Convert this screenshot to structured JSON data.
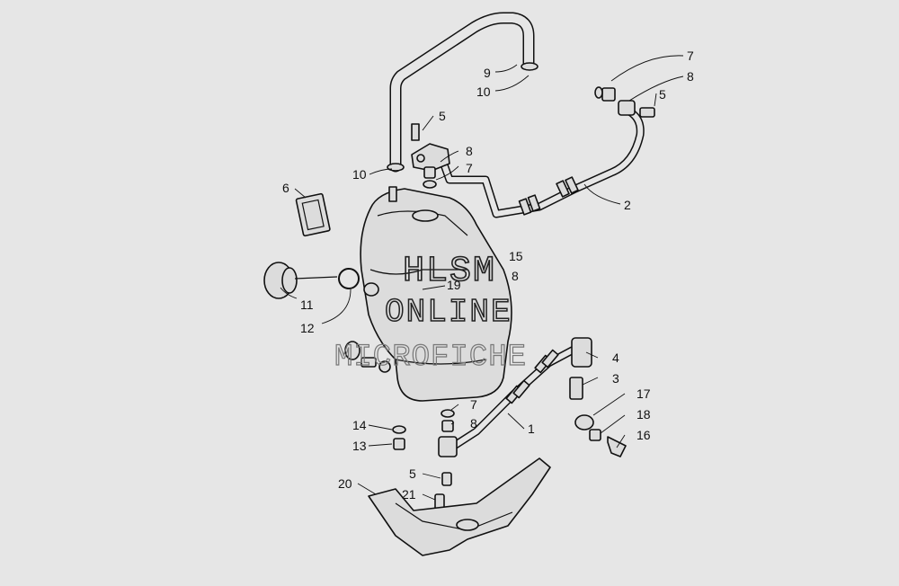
{
  "diagram": {
    "callouts": [
      {
        "key": "c9",
        "text": "9"
      },
      {
        "key": "c10a",
        "text": "10"
      },
      {
        "key": "c7a",
        "text": "7"
      },
      {
        "key": "c8a",
        "text": "8"
      },
      {
        "key": "c5a",
        "text": "5"
      },
      {
        "key": "c5b",
        "text": "5"
      },
      {
        "key": "c8b",
        "text": "8"
      },
      {
        "key": "c7b",
        "text": "7"
      },
      {
        "key": "c10b",
        "text": "10"
      },
      {
        "key": "c6",
        "text": "6"
      },
      {
        "key": "c2",
        "text": "2"
      },
      {
        "key": "c11",
        "text": "11"
      },
      {
        "key": "c12",
        "text": "12"
      },
      {
        "key": "c19",
        "text": "19"
      },
      {
        "key": "c15",
        "text": "15"
      },
      {
        "key": "c8c",
        "text": "8"
      },
      {
        "key": "c4",
        "text": "4"
      },
      {
        "key": "c3",
        "text": "3"
      },
      {
        "key": "c17",
        "text": "17"
      },
      {
        "key": "c18",
        "text": "18"
      },
      {
        "key": "c16",
        "text": "16"
      },
      {
        "key": "c1",
        "text": "1"
      },
      {
        "key": "c7c",
        "text": "7"
      },
      {
        "key": "c8d",
        "text": "8"
      },
      {
        "key": "c14",
        "text": "14"
      },
      {
        "key": "c13",
        "text": "13"
      },
      {
        "key": "c5c",
        "text": "5"
      },
      {
        "key": "c20",
        "text": "20"
      },
      {
        "key": "c21",
        "text": "21"
      }
    ],
    "watermark": {
      "line1": "HLSM",
      "line2": "ONLINE",
      "line3": "MICROFICHE"
    }
  }
}
